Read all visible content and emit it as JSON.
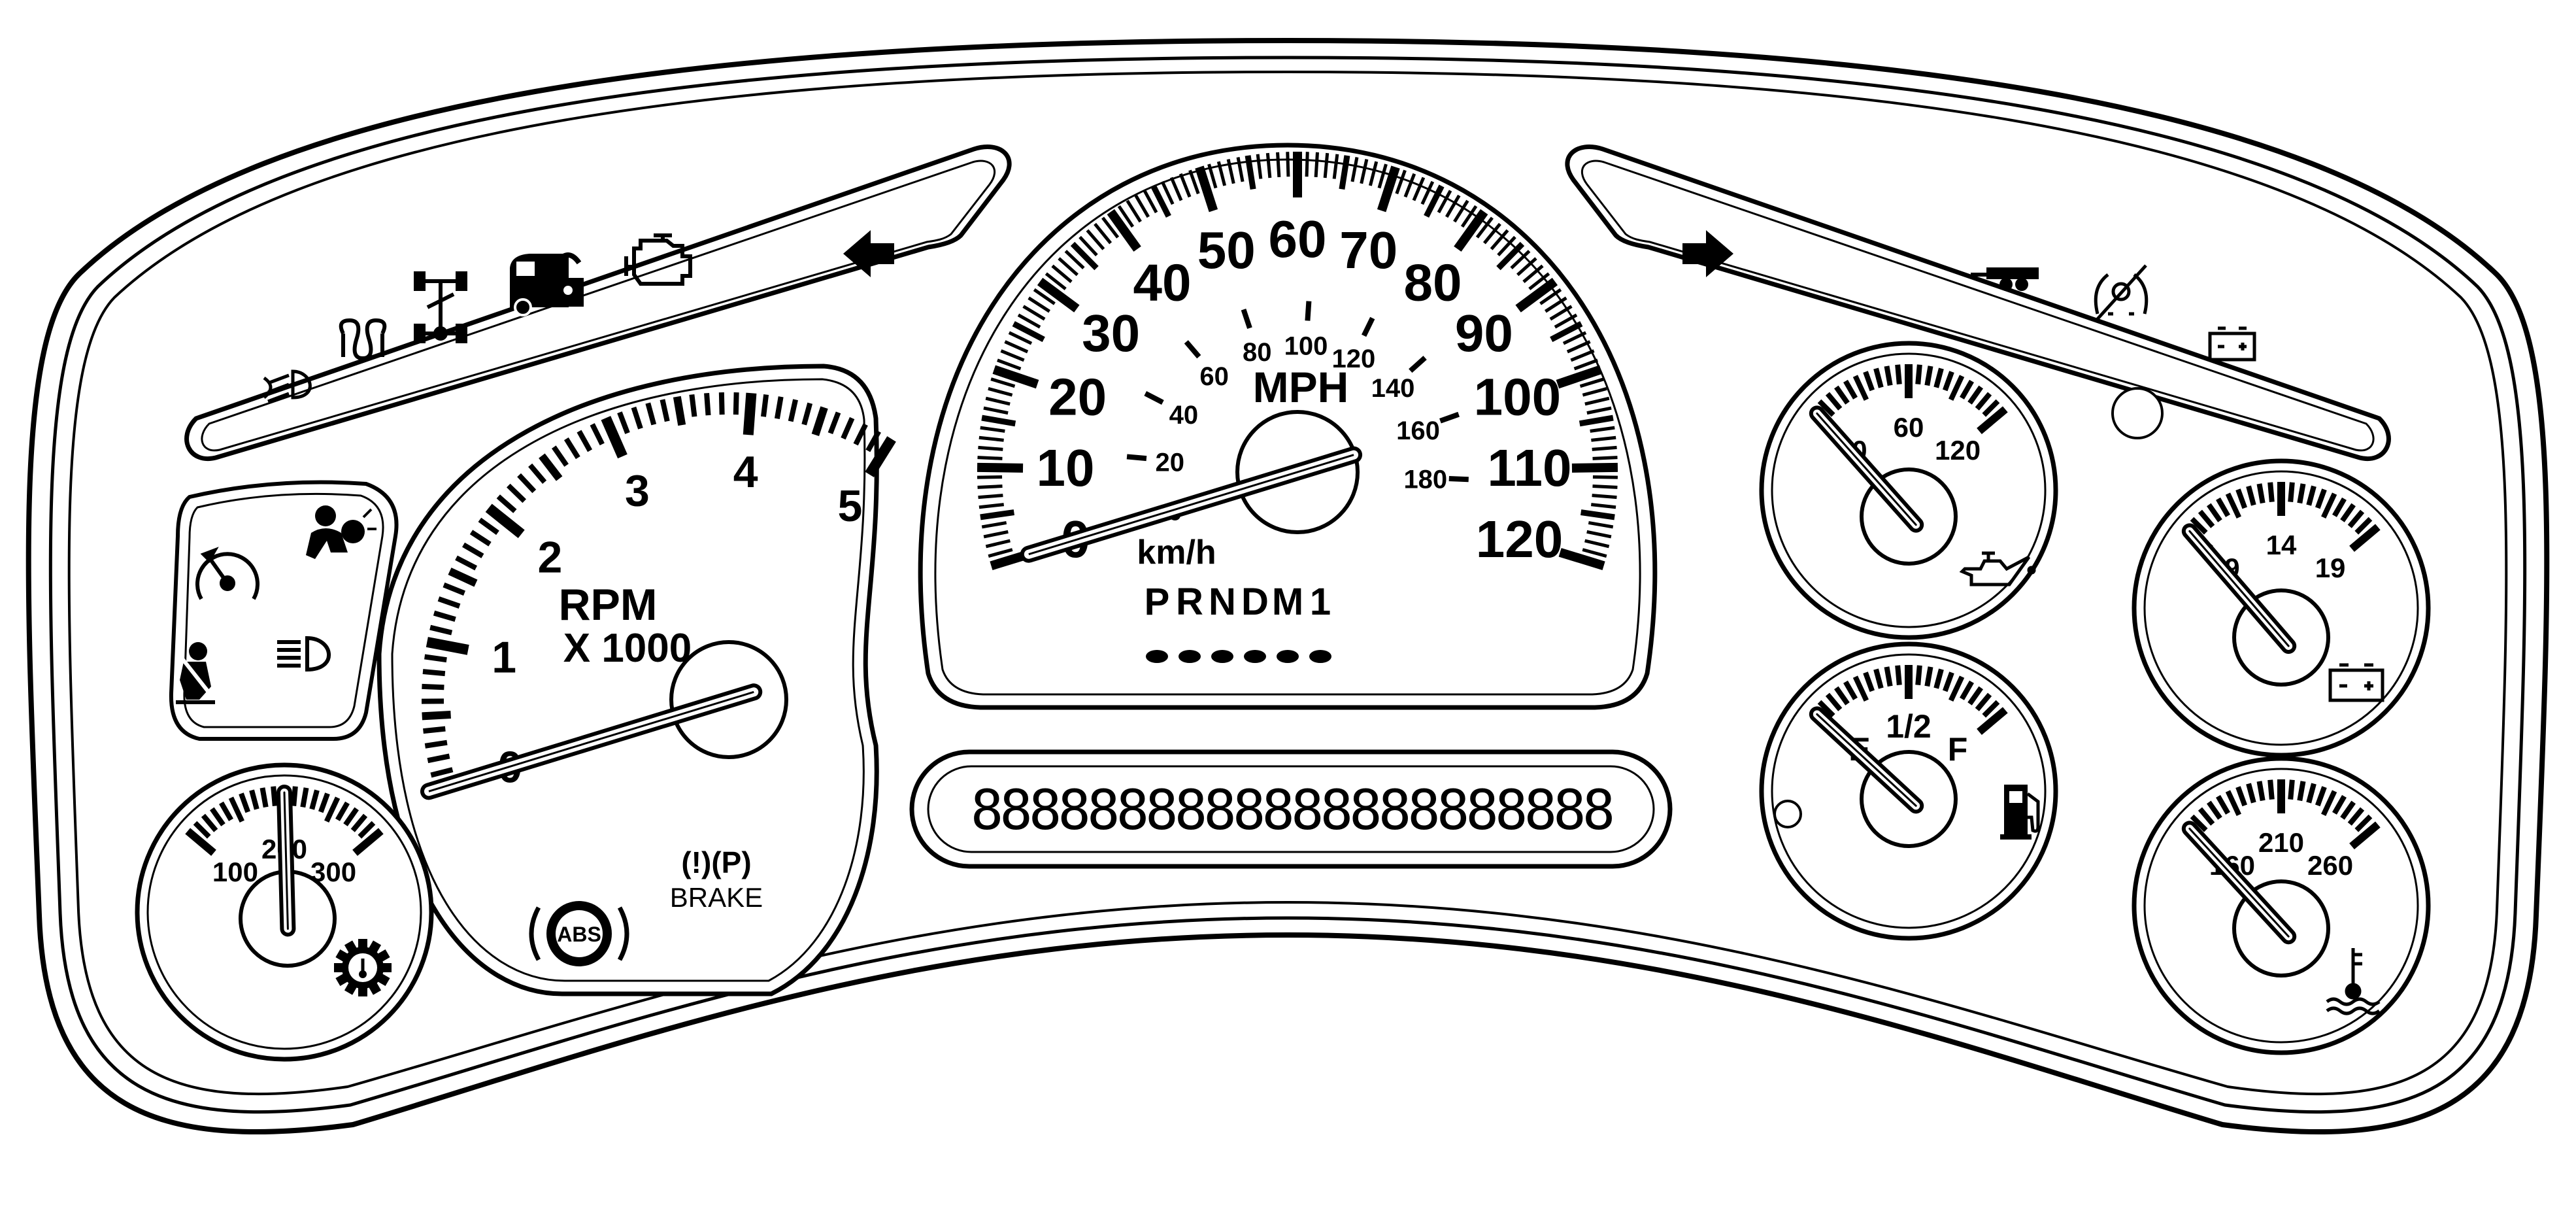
{
  "tachometer": {
    "unit_label": "RPM",
    "multiplier_label": "X 1000",
    "scale": [
      0,
      5
    ],
    "major_labels": [
      "0",
      "1",
      "2",
      "3",
      "4",
      "5"
    ],
    "needle_value": 0
  },
  "speedometer": {
    "unit_label": "MPH",
    "secondary_unit_label": "km/h",
    "scale": [
      0,
      120
    ],
    "mph_labels": [
      "0",
      "10",
      "20",
      "30",
      "40",
      "50",
      "60",
      "70",
      "80",
      "90",
      "100",
      "110",
      "120"
    ],
    "kmh_labels": [
      "0",
      "20",
      "40",
      "60",
      "80",
      "100",
      "120",
      "140",
      "160",
      "180"
    ],
    "needle_value": 0
  },
  "prndl": {
    "letters": [
      "P",
      "R",
      "N",
      "D",
      "M",
      "1"
    ]
  },
  "odometer": {
    "segments": "8888888888888888888888"
  },
  "oil_pressure": {
    "labels": [
      "0",
      "60",
      "120"
    ],
    "scale": [
      0,
      120
    ],
    "needle_value": 0
  },
  "voltmeter": {
    "labels": [
      "9",
      "14",
      "19"
    ],
    "scale": [
      9,
      19
    ],
    "needle_value": 9
  },
  "fuel": {
    "labels": [
      "E",
      "1/2",
      "F"
    ],
    "needle_value": 0
  },
  "coolant": {
    "labels": [
      "160",
      "210",
      "260"
    ],
    "scale": [
      160,
      260
    ],
    "needle_value": 160
  },
  "trans_temp": {
    "labels": [
      "100",
      "200",
      "300"
    ],
    "scale": [
      100,
      300
    ],
    "needle_value": 200
  },
  "brake": {
    "label": "BRAKE",
    "symbols": "(!)(P)"
  },
  "abs": {
    "label": "ABS"
  },
  "telltales_left": [
    "fog-lamp-icon",
    "glow-plug-icon",
    "four-wheel-drive-icon",
    "security-lock-icon",
    "check-engine-icon",
    "left-turn-arrow-icon"
  ],
  "telltales_right": [
    "right-turn-arrow-icon",
    "tow-haul-icon",
    "traction-off-icon",
    "battery-icon"
  ],
  "telltales_pod": [
    "cruise-control-icon",
    "airbag-icon",
    "seatbelt-icon",
    "headlamp-icon"
  ]
}
